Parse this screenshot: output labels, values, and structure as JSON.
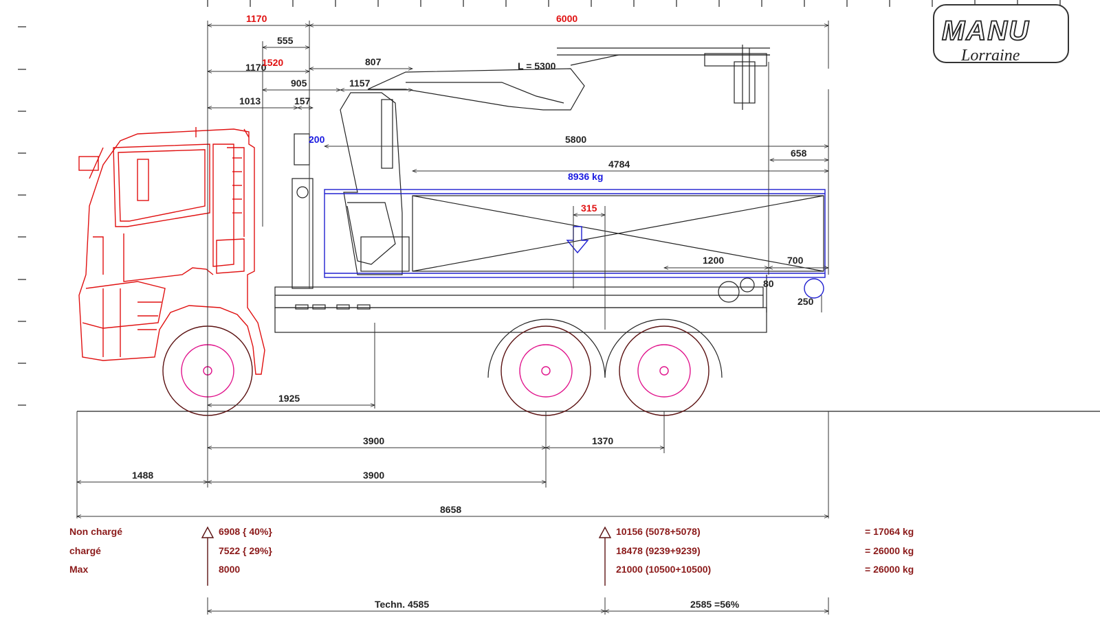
{
  "logo": {
    "main": "MANU",
    "sub": "Lorraine"
  },
  "dims": {
    "top_left": "1170",
    "top_right": "6000",
    "d555": "555",
    "d1170": "1170",
    "d1520": "1520",
    "d807": "807",
    "d905": "905",
    "d1157": "1157",
    "d1013": "1013",
    "d157": "157",
    "d200": "200",
    "reach": "L = 5300",
    "d5800": "5800",
    "d658": "658",
    "d4784": "4784",
    "load": "8936 kg",
    "d315": "315",
    "d1200": "1200",
    "d700": "700",
    "d80": "80",
    "d250": "250",
    "d1925": "1925",
    "wb1": "3900",
    "tandem": "1370",
    "overhang": "1488",
    "wb2": "3900",
    "total": "8658",
    "techn": "Techn. 4585",
    "rear": "2585 =56%"
  },
  "weights": {
    "rows": [
      {
        "label": "Non chargé",
        "front": "6908 { 40%}",
        "rear": "10156 (5078+5078)",
        "total": "= 17064 kg"
      },
      {
        "label": "chargé",
        "front": "7522 { 29%}",
        "rear": "18478 (9239+9239)",
        "total": "= 26000 kg"
      },
      {
        "label": "Max",
        "front": "8000",
        "rear": "21000 (10500+10500)",
        "total": "= 26000 kg"
      }
    ]
  },
  "colors": {
    "cab": "#e01010",
    "load": "#2020d0",
    "wheel_hub": "#e0108a",
    "weights": "#8b1a1a"
  }
}
